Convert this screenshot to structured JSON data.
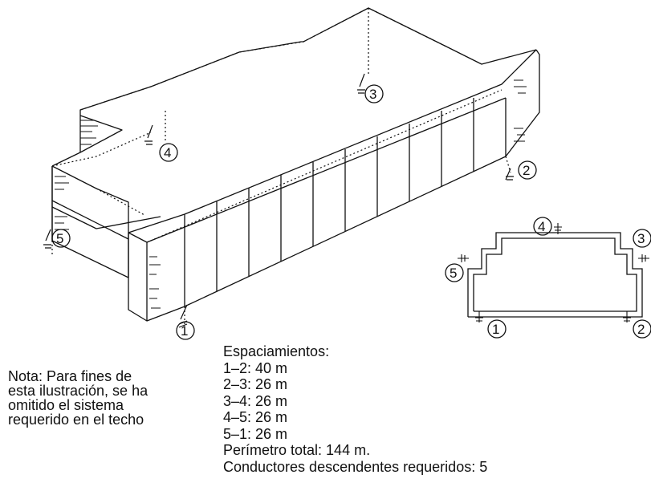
{
  "building_labels": {
    "c1": "1",
    "c2": "2",
    "c3": "3",
    "c4": "4",
    "c5": "5"
  },
  "plan_labels": {
    "p1": "1",
    "p2": "2",
    "p3": "3",
    "p4": "4",
    "p5": "5"
  },
  "note": {
    "line1": "Nota: Para fines de",
    "line2": "esta ilustración, se ha",
    "line3": "omitido el sistema",
    "line4": "requerido en el techo"
  },
  "spacings": {
    "title": "Espaciamientos:",
    "rows": [
      "1–2: 40 m",
      "2–3: 26 m",
      "3–4: 26 m",
      "4–5: 26 m",
      "5–1: 26 m"
    ],
    "perimeter": "Perímetro total: 144 m.",
    "conductors": "Conductores descendentes requeridos: 5"
  }
}
